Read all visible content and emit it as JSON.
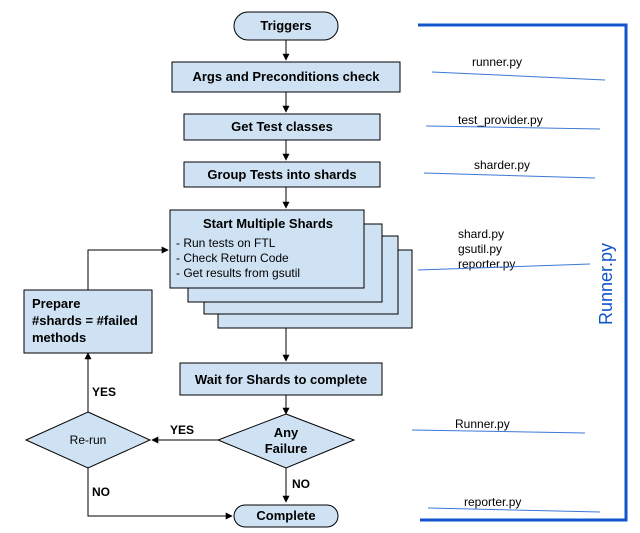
{
  "nodes": {
    "triggers": "Triggers",
    "args": "Args and Preconditions check",
    "get_test_classes": "Get Test classes",
    "group_tests": "Group Tests into shards",
    "start_shards": {
      "title": "Start Multiple Shards",
      "items": [
        "- Run tests on FTL",
        "- Check Return Code",
        "- Get results from gsutil"
      ]
    },
    "prepare": [
      "Prepare",
      "#shards = #failed",
      "methods"
    ],
    "wait": "Wait for Shards to complete",
    "any_failure": [
      "Any",
      "Failure"
    ],
    "rerun": "Re-run",
    "complete": "Complete"
  },
  "edge_labels": {
    "failure_yes": "YES",
    "failure_no": "NO",
    "rerun_yes": "YES",
    "rerun_no": "NO"
  },
  "files": {
    "runner": "runner.py",
    "test_provider": "test_provider.py",
    "sharder": "sharder.py",
    "shard_group": [
      "shard.py",
      "gsutil.py",
      "reporter.py"
    ],
    "runner_wait": "Runner.py",
    "reporter": "reporter.py"
  },
  "module_label": "Runner.py",
  "colors": {
    "node_fill": "#cfe2f3",
    "bracket": "#1155cc",
    "file_underline": "#3c78d8"
  }
}
